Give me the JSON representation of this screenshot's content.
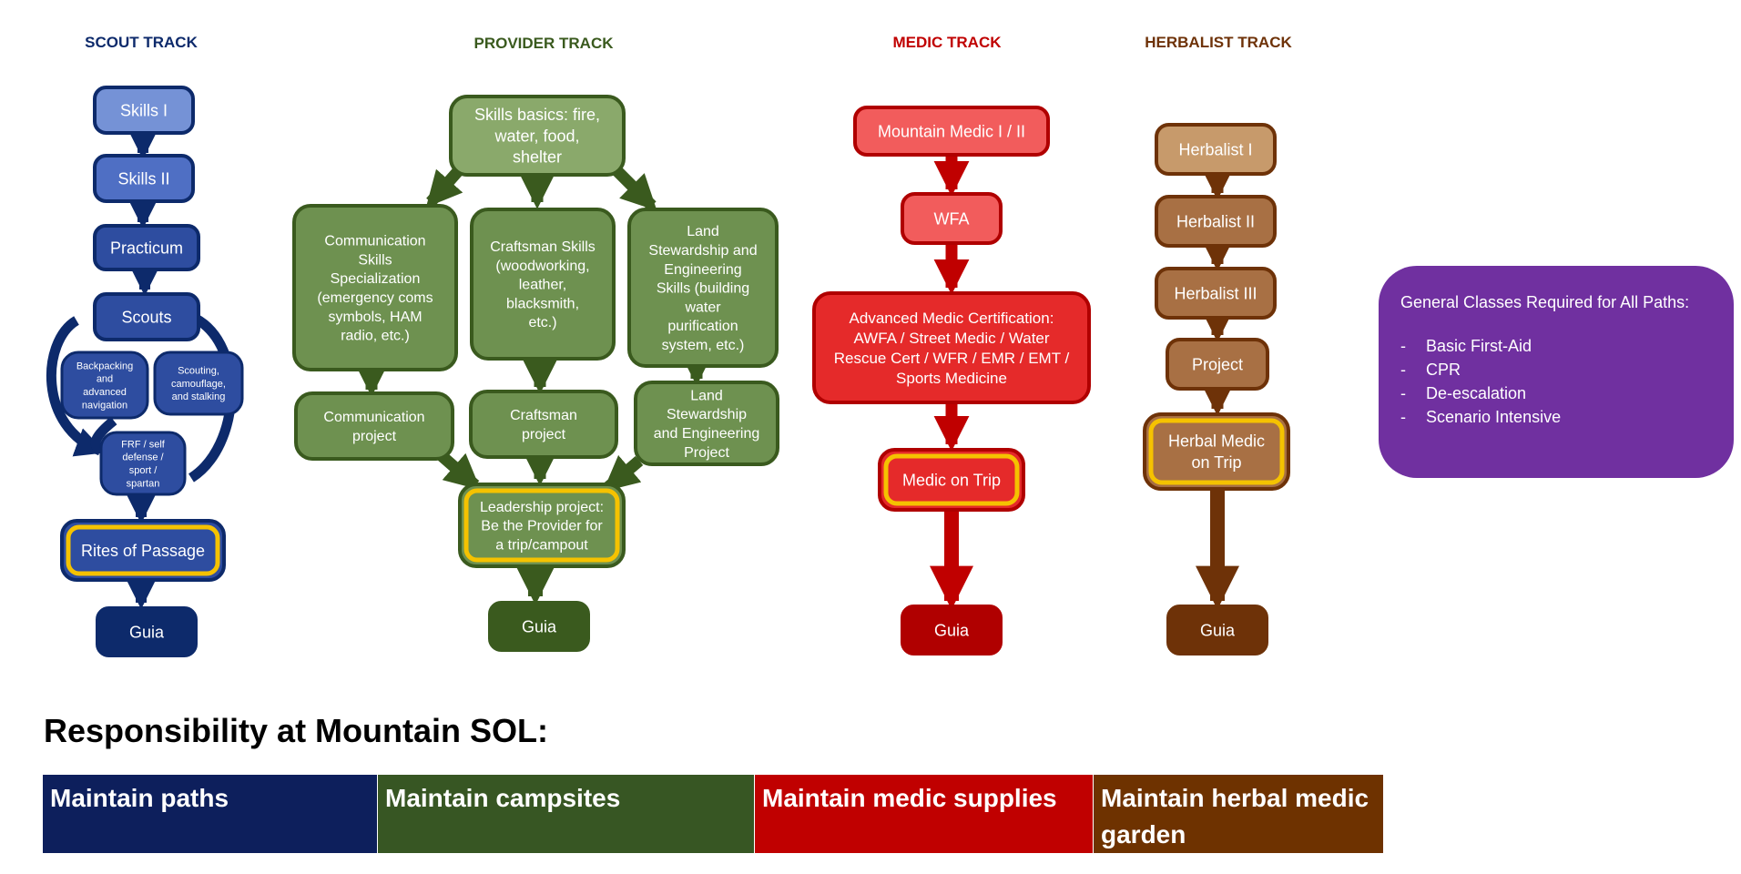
{
  "tracks": [
    {
      "id": "scout",
      "title": "SCOUT TRACK",
      "color": "#0d2a6b"
    },
    {
      "id": "provider",
      "title": "PROVIDER TRACK",
      "color": "#3a5a1e"
    },
    {
      "id": "medic",
      "title": "MEDIC TRACK",
      "color": "#c00000"
    },
    {
      "id": "herbalist",
      "title": "HERBALIST TRACK",
      "color": "#6e3208"
    }
  ],
  "nodes": {
    "scout_skills1": {
      "lines": [
        "Skills I"
      ]
    },
    "scout_skills2": {
      "lines": [
        "Skills II"
      ]
    },
    "scout_practicum": {
      "lines": [
        "Practicum"
      ]
    },
    "scout_scouts": {
      "lines": [
        "Scouts"
      ]
    },
    "scout_backpacking": {
      "lines": [
        "Backpacking",
        "and",
        "advanced",
        "navigation"
      ]
    },
    "scout_scouting": {
      "lines": [
        "Scouting,",
        "camouflage,",
        "and stalking"
      ]
    },
    "scout_frf": {
      "lines": [
        "FRF / self",
        "defense /",
        "sport /",
        "spartan"
      ]
    },
    "scout_rites": {
      "lines": [
        "Rites of Passage"
      ]
    },
    "scout_guia": {
      "lines": [
        "Guia"
      ]
    },
    "prov_basics": {
      "lines": [
        "Skills basics: fire,",
        "water, food,",
        "shelter"
      ]
    },
    "prov_comm": {
      "lines": [
        "Communication",
        "Skills",
        "Specialization",
        "(emergency coms",
        "symbols, HAM",
        "radio, etc.)"
      ]
    },
    "prov_craft": {
      "lines": [
        "Craftsman Skills",
        "(woodworking,",
        "leather,",
        "blacksmith,",
        "etc.)"
      ]
    },
    "prov_land": {
      "lines": [
        "Land",
        "Stewardship and",
        "Engineering",
        "Skills (building",
        "water",
        "purification",
        "system, etc.)"
      ]
    },
    "prov_comm_proj": {
      "lines": [
        "Communication",
        "project"
      ]
    },
    "prov_craft_proj": {
      "lines": [
        "Craftsman",
        "project"
      ]
    },
    "prov_land_proj": {
      "lines": [
        "Land",
        "Stewardship",
        "and Engineering",
        "Project"
      ]
    },
    "prov_lead": {
      "lines": [
        "Leadership project:",
        "Be the Provider for",
        "a trip/campout"
      ]
    },
    "prov_guia": {
      "lines": [
        "Guia"
      ]
    },
    "med_mm": {
      "lines": [
        "Mountain Medic I / II"
      ]
    },
    "med_wfa": {
      "lines": [
        "WFA"
      ]
    },
    "med_adv": {
      "lines": [
        "Advanced Medic Certification:",
        "AWFA / Street Medic / Water",
        "Rescue Cert / WFR / EMR / EMT /",
        "Sports Medicine"
      ]
    },
    "med_trip": {
      "lines": [
        "Medic on Trip"
      ]
    },
    "med_guia": {
      "lines": [
        "Guia"
      ]
    },
    "herb_1": {
      "lines": [
        "Herbalist I"
      ]
    },
    "herb_2": {
      "lines": [
        "Herbalist II"
      ]
    },
    "herb_3": {
      "lines": [
        "Herbalist III"
      ]
    },
    "herb_proj": {
      "lines": [
        "Project"
      ]
    },
    "herb_trip": {
      "lines": [
        "Herbal Medic",
        "on Trip"
      ]
    },
    "herb_guia": {
      "lines": [
        "Guia"
      ]
    }
  },
  "general": {
    "title": "General Classes Required for All Paths:",
    "items": [
      "Basic First-Aid",
      "CPR",
      "De-escalation",
      "Scenario Intensive"
    ],
    "color": "#7030a0"
  },
  "responsibility": {
    "heading": "Responsibility at Mountain SOL:",
    "cells": [
      {
        "label": "Maintain paths",
        "color": "#0d1f5c"
      },
      {
        "label": "Maintain campsites",
        "color": "#375623"
      },
      {
        "label": "Maintain medic supplies",
        "color": "#c00000"
      },
      {
        "label": "Maintain herbal medic garden",
        "color": "#6e3200"
      }
    ]
  },
  "colors": {
    "highlight": "#f5c200",
    "scout_light": "#7592d6",
    "scout_mid": "#4f6fc4",
    "scout_dark": "#2e4da0",
    "scout_border": "#0d2a6b",
    "provider_light": "#8aa96b",
    "provider_mid": "#6e9150",
    "provider_dark": "#3a5a1e",
    "medic_light": "#f25c5c",
    "medic_mid": "#e52a2a",
    "medic_dark": "#b00000",
    "herb_light": "#c79a6b",
    "herb_mid": "#a87044",
    "herb_dark": "#6e3208"
  }
}
